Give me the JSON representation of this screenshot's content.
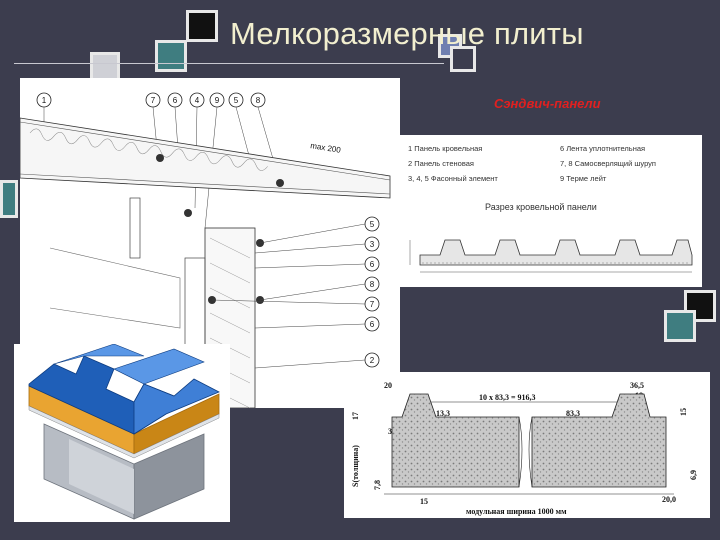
{
  "slide": {
    "title": "Мелкоразмерные плиты",
    "subtitle": "Сэндвич-панели"
  },
  "legend": {
    "items": [
      "1  Панель кровельная",
      "2  Панель стеновая",
      "3, 4, 5   Фасонный элемент",
      "6  Лента уплотнительная",
      "7, 8   Самосверлящий шуруп",
      "9  Терме лейт"
    ],
    "section_title": "Разрез кровельной панели"
  },
  "roof_callouts_top": [
    "1",
    "7",
    "6",
    "4",
    "9",
    "5",
    "8"
  ],
  "roof_callouts_right": [
    "5",
    "3",
    "6",
    "8",
    "7",
    "6",
    "2"
  ],
  "roof_slope_label": "max 200",
  "profile_dims": {
    "top_left": "20",
    "top_right": "36,5",
    "rib_right": "18",
    "pitch": "10 x 83,3 = 916,3",
    "left_height": "17",
    "left_base": "39",
    "mid_left": "13,3",
    "mid_right": "83,3",
    "right_height": "15",
    "bottom_left": "15",
    "bottom_right": "20,0",
    "edge_left": "7,8",
    "edge_right": "6,9",
    "vertical_label": "S(толщина)",
    "width_label": "модульная ширина 1000 мм"
  },
  "colors": {
    "background": "#3c3d4e",
    "title": "#f2efcf",
    "subtitle": "#e02020",
    "deco_teal": "#3f7d80",
    "deco_border": "#e8e8e8",
    "panel_blue": "#1f5fb8",
    "panel_core": "#e9a431"
  }
}
